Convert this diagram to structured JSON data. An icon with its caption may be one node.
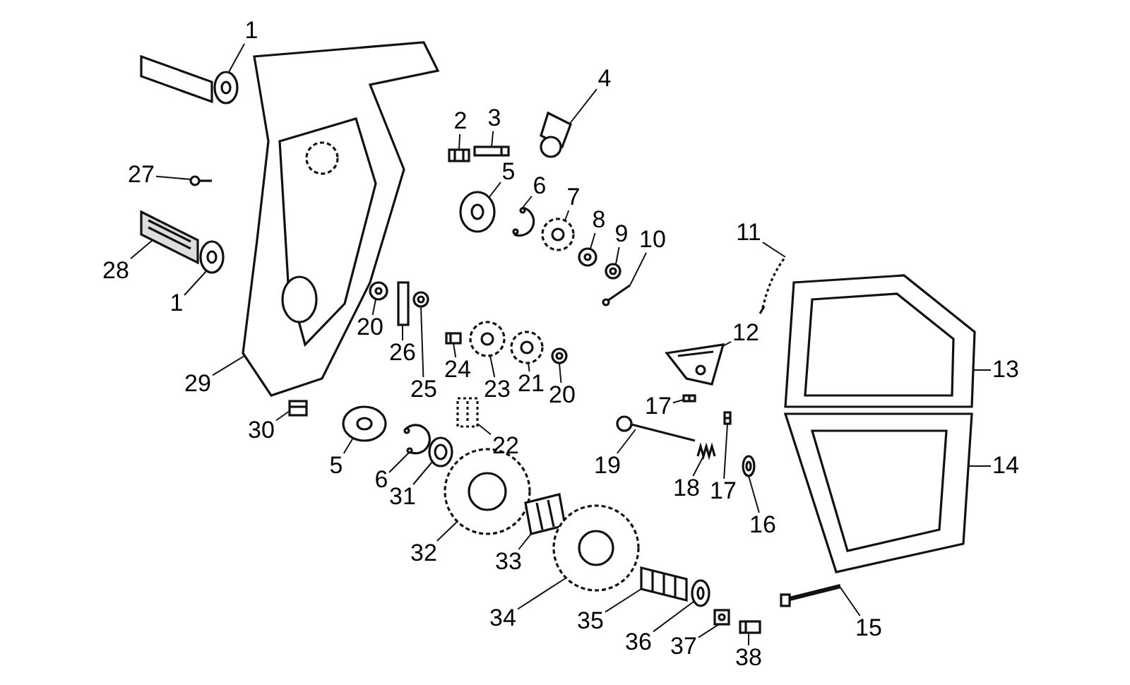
{
  "diagram": {
    "nodes": [
      {
        "text": [
          "1"
        ]
      },
      {
        "text": [
          "4"
        ]
      },
      {
        "text": [
          "2"
        ]
      },
      {
        "text": [
          "3"
        ]
      },
      {
        "text": [
          "27"
        ]
      },
      {
        "text": [
          "5"
        ]
      },
      {
        "text": [
          "6"
        ]
      },
      {
        "text": [
          "7"
        ]
      },
      {
        "text": [
          "8"
        ]
      },
      {
        "text": [
          "9"
        ]
      },
      {
        "text": [
          "10"
        ]
      },
      {
        "text": [
          "11"
        ]
      },
      {
        "text": [
          "28"
        ]
      },
      {
        "text": [
          "1"
        ]
      },
      {
        "text": [
          "12"
        ]
      },
      {
        "text": [
          "20"
        ]
      },
      {
        "text": [
          "26"
        ]
      },
      {
        "text": [
          "24"
        ]
      },
      {
        "text": [
          "13"
        ]
      },
      {
        "text": [
          "25"
        ]
      },
      {
        "text": [
          "23"
        ]
      },
      {
        "text": [
          "21"
        ]
      },
      {
        "text": [
          "29"
        ]
      },
      {
        "text": [
          "30"
        ]
      },
      {
        "text": [
          "22"
        ]
      },
      {
        "text": [
          "20"
        ]
      },
      {
        "text": [
          "17"
        ]
      },
      {
        "text": [
          "19"
        ]
      },
      {
        "text": [
          "18"
        ]
      },
      {
        "text": [
          "17"
        ]
      },
      {
        "text": [
          "14"
        ]
      },
      {
        "text": [
          "16"
        ]
      },
      {
        "text": [
          "5"
        ]
      },
      {
        "text": [
          "6"
        ]
      },
      {
        "text": [
          "31"
        ]
      },
      {
        "text": [
          "32"
        ]
      },
      {
        "text": [
          "33"
        ]
      },
      {
        "text": [
          "34"
        ]
      },
      {
        "text": [
          "35"
        ]
      },
      {
        "text": [
          "36"
        ]
      },
      {
        "text": [
          "37"
        ]
      },
      {
        "text": [
          "38"
        ]
      },
      {
        "text": [
          "15"
        ]
      },
      {
        "text": [],
        "shape": "picture"
      },
      {
        "text": [],
        "shape": "picture"
      },
      {
        "text": [],
        "shape": "picture"
      },
      {
        "text": [],
        "shape": "picture"
      },
      {
        "text": [],
        "shape": "picture"
      },
      {
        "text": [],
        "shape": "picture"
      },
      {
        "text": [],
        "shape": "picture"
      },
      {
        "text": [],
        "shape": "picture"
      },
      {
        "text": [],
        "shape": "picture"
      },
      {
        "text": [],
        "shape": "picture"
      },
      {
        "text": [],
        "shape": "picture"
      },
      {
        "text": [],
        "shape": "picture"
      },
      {
        "text": [],
        "shape": "picture"
      },
      {
        "text": [],
        "shape": "picture"
      },
      {
        "text": [],
        "shape": "picture"
      },
      {
        "text": [],
        "shape": "picture"
      },
      {
        "text": [],
        "shape": "picture"
      },
      {
        "text": [],
        "shape": "picture"
      },
      {
        "text": [],
        "shape": "picture"
      },
      {
        "text": [],
        "shape": "picture"
      },
      {
        "text": [],
        "shape": "picture"
      },
      {
        "text": [],
        "shape": "picture"
      },
      {
        "text": [],
        "shape": "picture"
      },
      {
        "text": [],
        "shape": "picture"
      },
      {
        "text": [],
        "shape": "picture"
      },
      {
        "text": [],
        "shape": "picture"
      },
      {
        "text": [],
        "shape": "picture"
      },
      {
        "text": [],
        "shape": "picture"
      },
      {
        "text": [],
        "shape": "picture"
      },
      {
        "text": [],
        "shape": "picture"
      },
      {
        "text": [],
        "shape": "picture"
      },
      {
        "text": [],
        "shape": "picture"
      },
      {
        "text": [],
        "shape": "picture"
      },
      {
        "text": [],
        "shape": "picture"
      },
      {
        "text": [],
        "shape": "picture"
      },
      {
        "text": [],
        "shape": "picture"
      },
      {
        "text": [],
        "shape": "picture"
      },
      {
        "text": [],
        "shape": "picture"
      },
      {
        "text": [],
        "shape": "picture"
      },
      {
        "text": [],
        "shape": "picture"
      },
      {
        "text": [],
        "shape": "picture"
      },
      {
        "text": [],
        "shape": "picture"
      },
      {
        "text": [],
        "shape": "picture"
      }
    ],
    "edges": [
      {
        "from": 0,
        "to": 43,
        "arrow": "none"
      },
      {
        "from": 1,
        "to": 44,
        "arrow": "none"
      },
      {
        "from": 2,
        "to": 45,
        "arrow": "none"
      },
      {
        "from": 3,
        "to": 46,
        "arrow": "none"
      },
      {
        "from": 4,
        "to": 47,
        "arrow": "none"
      },
      {
        "from": 5,
        "to": 48,
        "arrow": "none"
      },
      {
        "from": 6,
        "to": 49,
        "arrow": "none"
      },
      {
        "from": 7,
        "to": 50,
        "arrow": "none"
      },
      {
        "from": 8,
        "to": 51,
        "arrow": "none"
      },
      {
        "from": 9,
        "to": 52,
        "arrow": "none"
      },
      {
        "from": 10,
        "to": 53,
        "arrow": "none"
      },
      {
        "from": 11,
        "to": 54,
        "arrow": "none"
      },
      {
        "from": 12,
        "to": 55,
        "arrow": "none"
      },
      {
        "from": 13,
        "to": 56,
        "arrow": "none"
      },
      {
        "from": 14,
        "to": 57,
        "arrow": "none"
      },
      {
        "from": 15,
        "to": 58,
        "arrow": "none"
      },
      {
        "from": 16,
        "to": 59,
        "arrow": "none"
      },
      {
        "from": 17,
        "to": 60,
        "arrow": "none"
      },
      {
        "from": 18,
        "to": 61,
        "arrow": "none"
      },
      {
        "from": 19,
        "to": 62,
        "arrow": "none"
      },
      {
        "from": 20,
        "to": 63,
        "arrow": "none"
      },
      {
        "from": 21,
        "to": 64,
        "arrow": "none"
      },
      {
        "from": 22,
        "to": 65,
        "arrow": "none"
      },
      {
        "from": 23,
        "to": 66,
        "arrow": "none"
      },
      {
        "from": 24,
        "to": 67,
        "arrow": "none"
      },
      {
        "from": 25,
        "to": 68,
        "arrow": "none"
      },
      {
        "from": 26,
        "to": 69,
        "arrow": "none"
      },
      {
        "from": 27,
        "to": 70,
        "arrow": "none"
      },
      {
        "from": 28,
        "to": 71,
        "arrow": "none"
      },
      {
        "from": 29,
        "to": 72,
        "arrow": "none"
      },
      {
        "from": 30,
        "to": 73,
        "arrow": "none"
      },
      {
        "from": 31,
        "to": 74,
        "arrow": "none"
      },
      {
        "from": 32,
        "to": 75,
        "arrow": "none"
      },
      {
        "from": 33,
        "to": 76,
        "arrow": "none"
      },
      {
        "from": 34,
        "to": 77,
        "arrow": "none"
      },
      {
        "from": 35,
        "to": 78,
        "arrow": "none"
      },
      {
        "from": 36,
        "to": 79,
        "arrow": "none"
      },
      {
        "from": 37,
        "to": 80,
        "arrow": "none"
      },
      {
        "from": 38,
        "to": 81,
        "arrow": "none"
      },
      {
        "from": 39,
        "to": 82,
        "arrow": "none"
      },
      {
        "from": 40,
        "to": 83,
        "arrow": "none"
      },
      {
        "from": 41,
        "to": 84,
        "arrow": "none"
      },
      {
        "from": 42,
        "to": 85,
        "arrow": "none"
      }
    ]
  }
}
